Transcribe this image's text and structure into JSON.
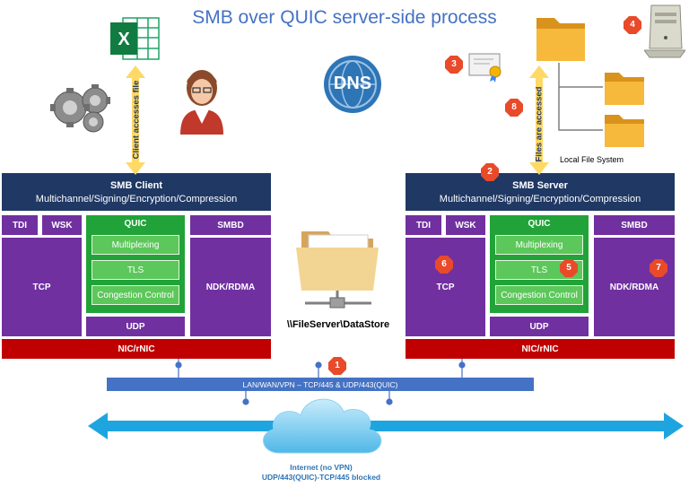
{
  "title": "SMB over QUIC server-side process",
  "client": {
    "header_title": "SMB Client",
    "header_sub": "Multichannel/Signing/Encryption/Compression",
    "tdi": "TDI",
    "wsk": "WSK",
    "tcp": "TCP",
    "quic": "QUIC",
    "multiplexing": "Multiplexing",
    "tls": "TLS",
    "congestion": "Congestion Control",
    "udp": "UDP",
    "smbd": "SMBD",
    "ndk": "NDK/RDMA",
    "nic": "NIC/rNIC",
    "arrow_label": "Client accesses file"
  },
  "server": {
    "header_title": "SMB Server",
    "header_sub": "Multichannel/Signing/Encryption/Compression",
    "tdi": "TDI",
    "wsk": "WSK",
    "tcp": "TCP",
    "quic": "QUIC",
    "multiplexing": "Multiplexing",
    "tls": "TLS",
    "congestion": "Congestion Control",
    "udp": "UDP",
    "smbd": "SMBD",
    "ndk": "NDK/RDMA",
    "nic": "NIC/rNIC",
    "arrow_label": "Files are accessed",
    "local_fs": "Local File System"
  },
  "center": {
    "dns": "DNS",
    "share_path": "\\\\FileServer\\DataStore"
  },
  "network": {
    "lan_label": "LAN/WAN/VPN – TCP/445 & UDP/443(QUIC)",
    "internet_line1": "Internet (no VPN)",
    "internet_line2": "UDP/443(QUIC)-TCP/445 blocked"
  },
  "badges": [
    "1",
    "2",
    "3",
    "4",
    "5",
    "6",
    "7",
    "8"
  ],
  "colors": {
    "navy": "#1f3864",
    "purple": "#7030a0",
    "green": "#21a339",
    "red": "#c00000",
    "blue": "#4472c4",
    "arrow_yellow": "#ffd966",
    "badge_red": "#e84a2a",
    "internet_arrow": "#1ea5e0"
  },
  "icons": [
    "excel-icon",
    "gears-icon",
    "user-icon",
    "dns-icon",
    "folder-icon",
    "certificate-icon",
    "server-computer-icon",
    "cloud-icon",
    "shared-folder-icon"
  ]
}
